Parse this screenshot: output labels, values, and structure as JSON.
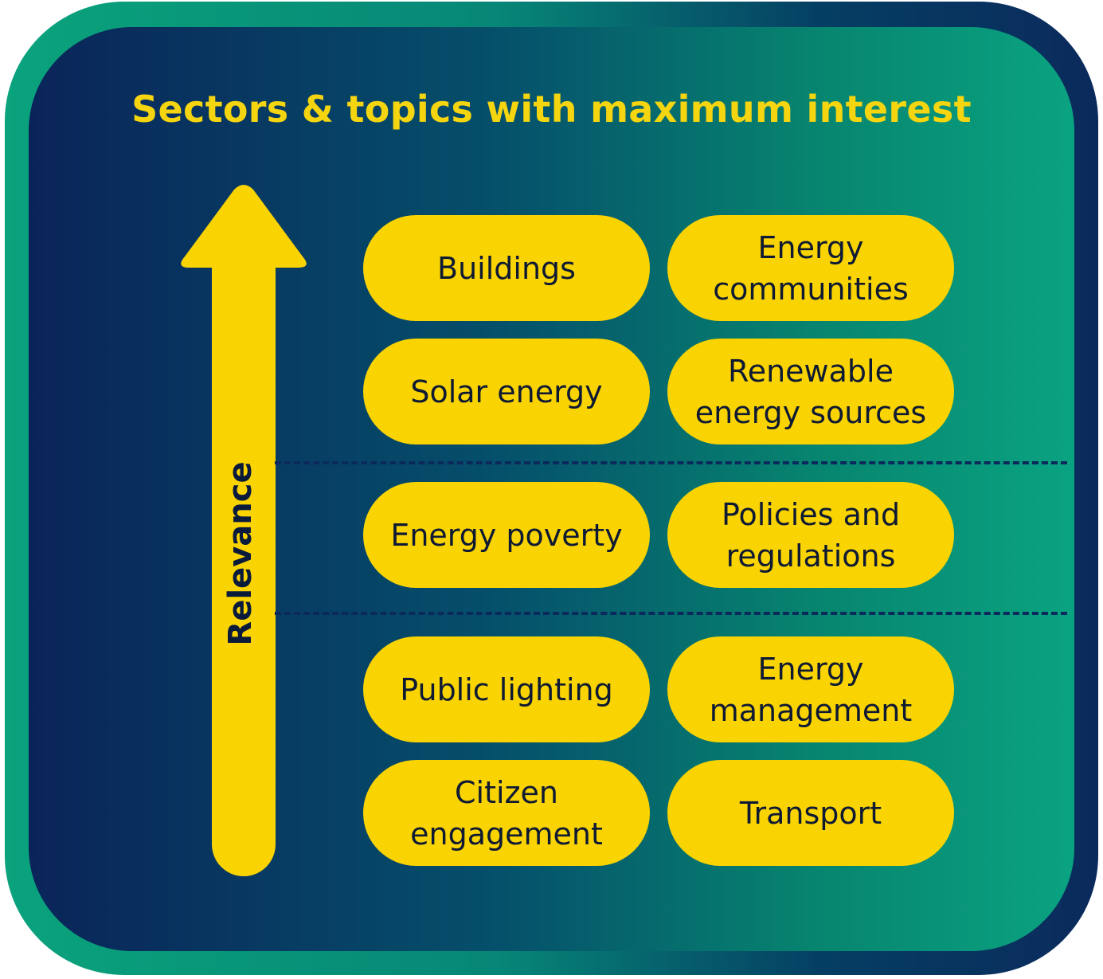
{
  "title": "Sectors & topics with maximum interest",
  "axis": {
    "label": "Relevance",
    "direction": "up"
  },
  "colors": {
    "accent": "#fad302",
    "title": "#f5d50f",
    "dark_navy": "#0b2a5c",
    "teal": "#0aa37c"
  },
  "tiers": [
    {
      "items": [
        "Buildings",
        "Energy\ncommunities",
        "Solar energy",
        "Renewable\nenergy sources"
      ]
    },
    {
      "items": [
        "Energy poverty",
        "Policies and\nregulations"
      ]
    },
    {
      "items": [
        "Public lighting",
        "Energy\nmanagement",
        "Citizen\nengagement",
        "Transport"
      ]
    }
  ]
}
